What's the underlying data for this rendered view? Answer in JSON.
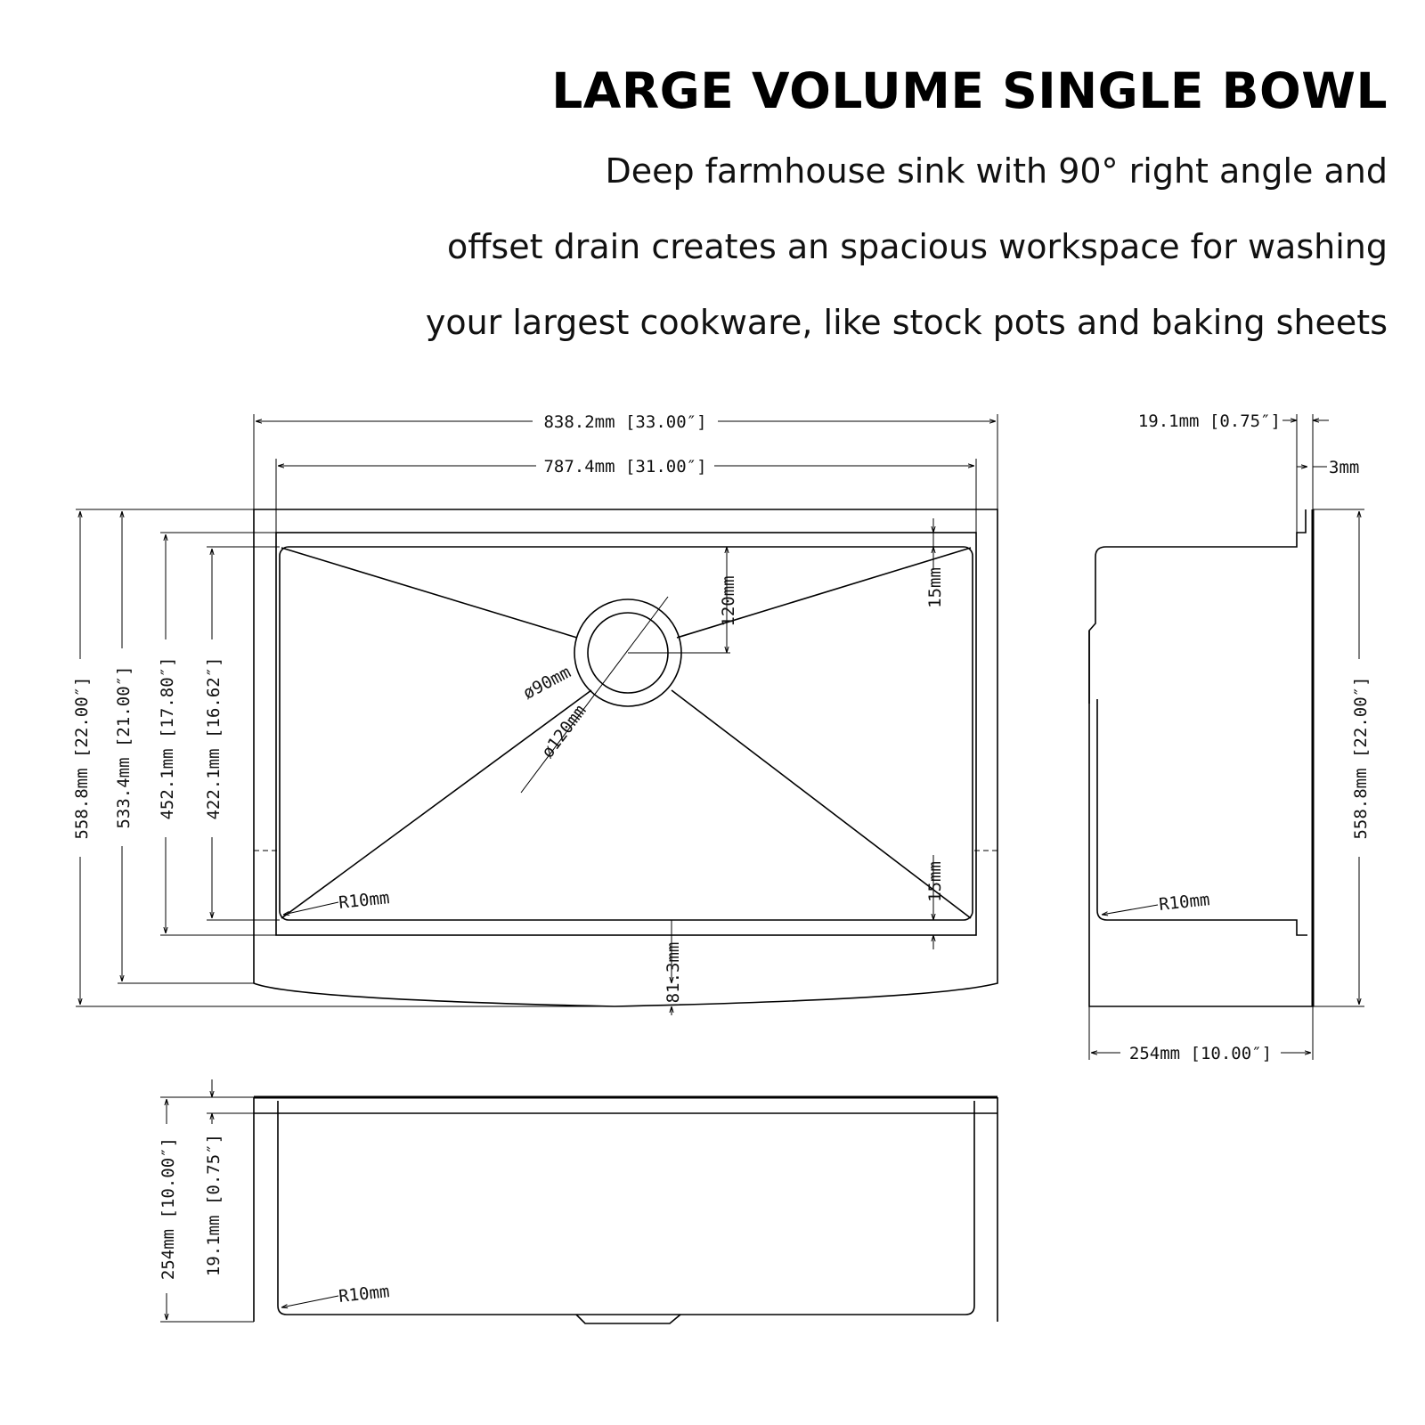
{
  "heading": {
    "title": "LARGE VOLUME SINGLE BOWL",
    "description_lines": [
      "Deep farmhouse sink with 90° right angle and",
      "offset drain creates an spacious workspace for washing",
      "your largest cookware, like stock pots and baking sheets"
    ]
  },
  "top_view": {
    "overall_width": "838.2mm [33.00″]",
    "inner_width": "787.4mm [31.00″]",
    "overall_depth": "558.8mm [22.00″]",
    "depth_533": "533.4mm [21.00″]",
    "depth_452": "452.1mm [17.80″]",
    "depth_422": "422.1mm [16.62″]",
    "drain_offset": "120mm",
    "drain_inner_dia": "ø90mm",
    "drain_outer_dia": "ø120mm",
    "top_margin": "15mm",
    "bottom_margin": "15mm",
    "corner_radius": "R10mm",
    "apron_curve": "81.3mm"
  },
  "side_view": {
    "flange": "19.1mm [0.75″]",
    "thickness": "3mm",
    "height": "558.8mm [22.00″]",
    "corner_radius": "R10mm",
    "depth": "254mm [10.00″]"
  },
  "front_view": {
    "depth": "254mm [10.00″]",
    "flange": "19.1mm [0.75″]",
    "corner_radius": "R10mm"
  }
}
